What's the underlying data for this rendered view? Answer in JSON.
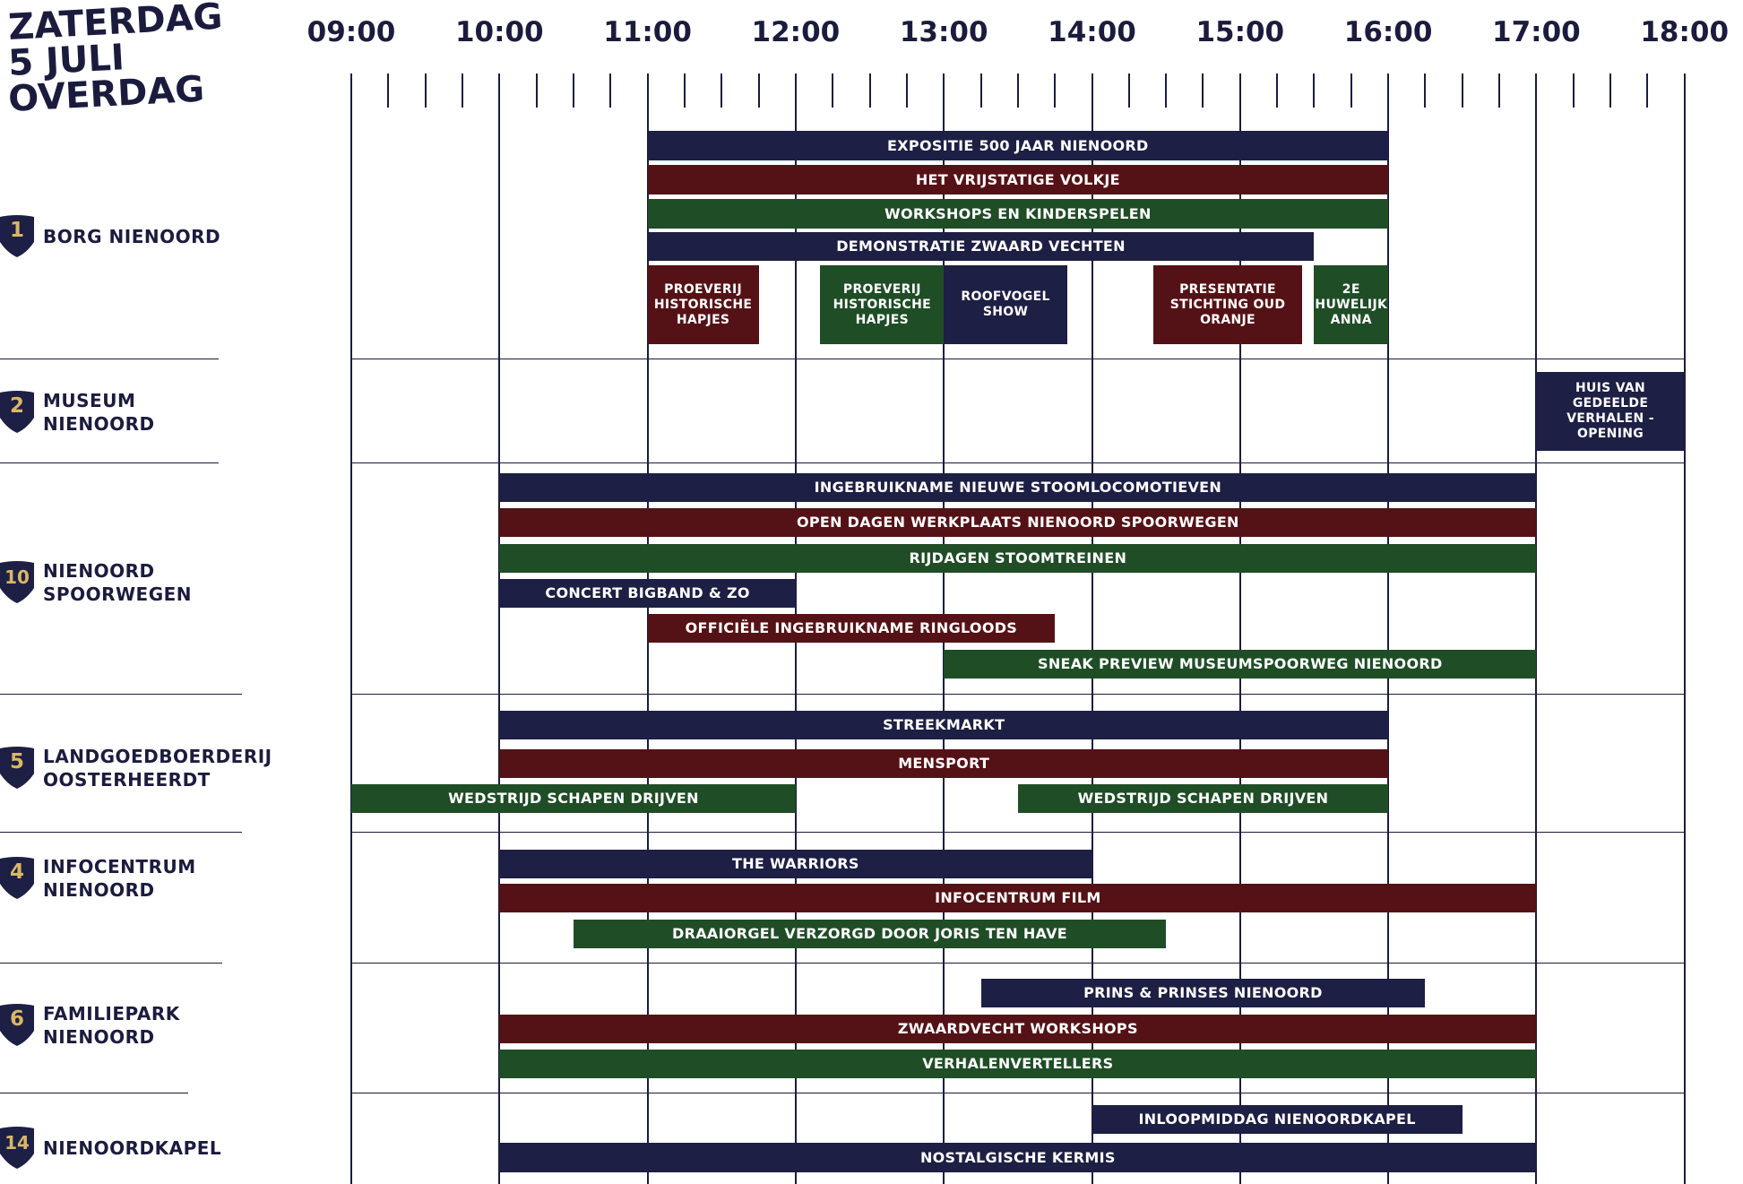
{
  "title_lines": [
    "ZATERDAG",
    "5 JULI",
    "OVERDAG"
  ],
  "colors": {
    "navy": "#1d1f44",
    "maroon": "#551216",
    "green": "#1f4d26",
    "accent": "#d8b767",
    "ink": "#1b1c3d"
  },
  "hours": [
    "09:00",
    "10:00",
    "11:00",
    "12:00",
    "13:00",
    "14:00",
    "15:00",
    "16:00",
    "17:00",
    "18:00"
  ],
  "venues": [
    {
      "number": "1",
      "name": "BORG NIENOORD"
    },
    {
      "number": "2",
      "name": "MUSEUM\nNIENOORD"
    },
    {
      "number": "10",
      "name": "NIENOORD\nSPOORWEGEN"
    },
    {
      "number": "5",
      "name": "LANDGOEDBOERDERIJ\nOOSTERHEERDT"
    },
    {
      "number": "4",
      "name": "INFOCENTRUM\nNIENOORD"
    },
    {
      "number": "6",
      "name": "FAMILIEPARK\nNIENOORD"
    },
    {
      "number": "14",
      "name": "NIENOORDKAPEL"
    }
  ],
  "events": [
    {
      "label": "EXPOSITIE 500 JAAR NIENOORD",
      "venue": "1",
      "start": "11:00",
      "end": "16:00",
      "color": "navy"
    },
    {
      "label": "HET VRIJSTATIGE VOLKJE",
      "venue": "1",
      "start": "11:00",
      "end": "16:00",
      "color": "maroon"
    },
    {
      "label": "WORKSHOPS EN KINDERSPELEN",
      "venue": "1",
      "start": "11:00",
      "end": "16:00",
      "color": "green"
    },
    {
      "label": "DEMONSTRATIE ZWAARD VECHTEN",
      "venue": "1",
      "start": "11:00",
      "end": "15:30",
      "color": "navy"
    },
    {
      "label": "PROEVERIJ HISTORISCHE HAPJES",
      "venue": "1",
      "start": "11:00",
      "end": "11:45",
      "color": "maroon"
    },
    {
      "label": "PROEVERIJ HISTORISCHE HAPJES",
      "venue": "1",
      "start": "12:10",
      "end": "13:00",
      "color": "green"
    },
    {
      "label": "ROOFVOGEL SHOW",
      "venue": "1",
      "start": "13:00",
      "end": "13:50",
      "color": "navy"
    },
    {
      "label": "PRESENTATIE STICHTING OUD ORANJE",
      "venue": "1",
      "start": "14:25",
      "end": "15:25",
      "color": "maroon"
    },
    {
      "label": "2E HUWELIJK ANNA",
      "venue": "1",
      "start": "15:30",
      "end": "16:00",
      "color": "green"
    },
    {
      "label": "HUIS VAN GEDEELDE VERHALEN - OPENING",
      "venue": "2",
      "start": "17:00",
      "end": "18:00",
      "color": "navy"
    },
    {
      "label": "INGEBRUIKNAME NIEUWE STOOMLOCOMOTIEVEN",
      "venue": "10",
      "start": "10:00",
      "end": "17:00",
      "color": "navy"
    },
    {
      "label": "OPEN DAGEN WERKPLAATS NIENOORD SPOORWEGEN",
      "venue": "10",
      "start": "10:00",
      "end": "17:00",
      "color": "maroon"
    },
    {
      "label": "RIJDAGEN STOOMTREINEN",
      "venue": "10",
      "start": "10:00",
      "end": "17:00",
      "color": "green"
    },
    {
      "label": "CONCERT BIGBAND & ZO",
      "venue": "10",
      "start": "10:00",
      "end": "12:00",
      "color": "navy"
    },
    {
      "label": "OFFICIËLE  INGEBRUIKNAME RINGLOODS",
      "venue": "10",
      "start": "11:00",
      "end": "13:45",
      "color": "maroon"
    },
    {
      "label": "SNEAK PREVIEW MUSEUMSPOORWEG NIENOORD",
      "venue": "10",
      "start": "13:00",
      "end": "17:00",
      "color": "green"
    },
    {
      "label": "STREEKMARKT",
      "venue": "5",
      "start": "10:00",
      "end": "16:00",
      "color": "navy"
    },
    {
      "label": "MENSPORT",
      "venue": "5",
      "start": "10:00",
      "end": "16:00",
      "color": "maroon"
    },
    {
      "label": "WEDSTRIJD SCHAPEN DRIJVEN",
      "venue": "5",
      "start": "09:00",
      "end": "12:00",
      "color": "green"
    },
    {
      "label": "WEDSTRIJD SCHAPEN DRIJVEN",
      "venue": "5",
      "start": "13:30",
      "end": "16:00",
      "color": "green"
    },
    {
      "label": "THE WARRIORS",
      "venue": "4",
      "start": "10:00",
      "end": "14:00",
      "color": "navy"
    },
    {
      "label": "INFOCENTRUM FILM",
      "venue": "4",
      "start": "10:00",
      "end": "17:00",
      "color": "maroon"
    },
    {
      "label": "DRAAIORGEL VERZORGD DOOR JORIS TEN HAVE",
      "venue": "4",
      "start": "10:30",
      "end": "14:30",
      "color": "green"
    },
    {
      "label": "PRINS & PRINSES NIENOORD",
      "venue": "6",
      "start": "13:15",
      "end": "16:15",
      "color": "navy"
    },
    {
      "label": "ZWAARDVECHT WORKSHOPS",
      "venue": "6",
      "start": "10:00",
      "end": "17:00",
      "color": "maroon"
    },
    {
      "label": "VERHALENVERTELLERS",
      "venue": "6",
      "start": "10:00",
      "end": "17:00",
      "color": "green"
    },
    {
      "label": "INLOOPMIDDAG NIENOORDKAPEL",
      "venue": "14",
      "start": "14:00",
      "end": "16:30",
      "color": "navy"
    },
    {
      "label": "NOSTALGISCHE KERMIS",
      "venue": "14",
      "start": "10:00",
      "end": "17:00",
      "color": "navy"
    }
  ]
}
